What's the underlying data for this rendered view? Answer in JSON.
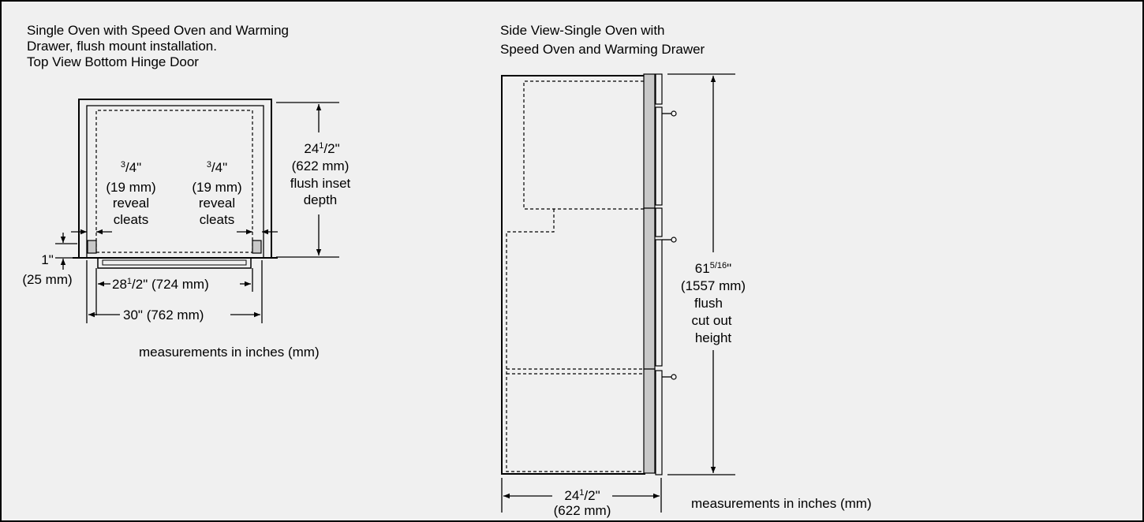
{
  "left": {
    "title_lines": [
      "Single Oven with Speed Oven and Warming",
      "Drawer, flush mount installation.",
      "Top View Bottom Hinge Door"
    ],
    "reveal_left": {
      "frac_num": "3",
      "frac_den": "4\"",
      "mm": "(19 mm)",
      "label1": "reveal",
      "label2": "cleats"
    },
    "reveal_right": {
      "frac_num": "3",
      "frac_den": "4\"",
      "mm": "(19 mm)",
      "label1": "reveal",
      "label2": "cleats"
    },
    "depth": {
      "whole": "24",
      "frac_num": "1",
      "frac_den": "2\"",
      "mm": "(622 mm)",
      "label1": "flush inset",
      "label2": "depth"
    },
    "offset": {
      "inch": "1\"",
      "mm": "(25 mm)"
    },
    "inner_width": {
      "whole": "28",
      "frac_num": "1",
      "frac_den": "2\"",
      "mm": "(724 mm)"
    },
    "outer_width": {
      "inch": "30\"",
      "mm": "(762 mm)"
    },
    "units_note": "measurements in inches (mm)"
  },
  "right": {
    "title_lines": [
      "Side View-Single Oven with",
      "Speed Oven and Warming Drawer"
    ],
    "height": {
      "whole": "61",
      "frac_num": "5",
      "frac_den": "16\"",
      "mm": "(1557 mm)",
      "label1": "flush",
      "label2": "cut out",
      "label3": "height"
    },
    "depth": {
      "whole": "24",
      "frac_num": "1",
      "frac_den": "2\"",
      "mm": "(622 mm)"
    },
    "units_note": "measurements in inches (mm)"
  }
}
